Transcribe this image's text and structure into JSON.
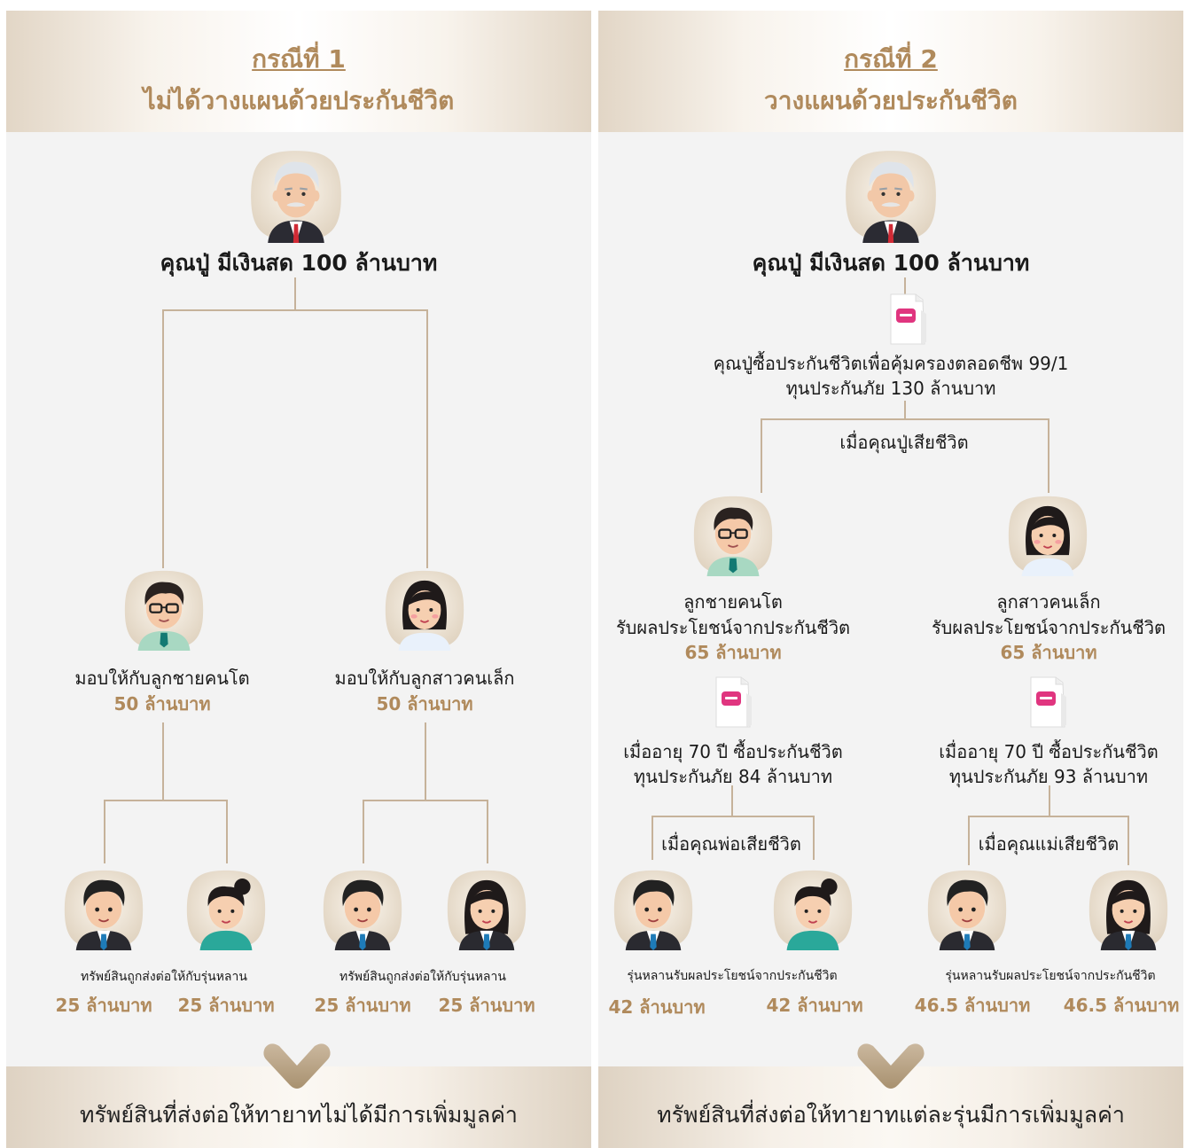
{
  "left": {
    "case_label": "กรณีที่ 1",
    "case_title": "ไม่ได้วางแผนด้วยประกันชีวิต",
    "grandpa_text": "คุณปู่ มีเงินสด 100 ล้านบาท",
    "son_text": "มอบให้กับลูกชายคนโต",
    "son_amount": "50 ล้านบาท",
    "daughter_text": "มอบให้กับลูกสาวคนเล็ก",
    "daughter_amount": "50 ล้านบาท",
    "grandchild_caption_1": "ทรัพย์สินถูกส่งต่อให้กับรุ่นหลาน",
    "grandchild_caption_2": "ทรัพย์สินถูกส่งต่อให้กับรุ่นหลาน",
    "grandchild_amounts": [
      "25 ล้านบาท",
      "25 ล้านบาท",
      "25 ล้านบาท",
      "25 ล้านบาท"
    ],
    "footer": "ทรัพย์สินที่ส่งต่อให้ทายาทไม่ได้มีการเพิ่มมูลค่า"
  },
  "right": {
    "case_label": "กรณีที่ 2",
    "case_title": "วางแผนด้วยประกันชีวิต",
    "grandpa_text": "คุณปู่ มีเงินสด 100 ล้านบาท",
    "grandpa_policy_line1": "คุณปู่ซื้อประกันชีวิตเพื่อคุ้มครองตลอดชีพ 99/1",
    "grandpa_policy_line2": "ทุนประกันภัย 130 ล้านบาท",
    "grandpa_death": "เมื่อคุณปู่เสียชีวิต",
    "son_title": "ลูกชายคนโต",
    "son_benefit": "รับผลประโยชน์จากประกันชีวิต",
    "son_amount": "65 ล้านบาท",
    "son_policy_line1": "เมื่ออายุ 70 ปี ซื้อประกันชีวิต",
    "son_policy_line2": "ทุนประกันภัย 84 ล้านบาท",
    "father_death": "เมื่อคุณพ่อเสียชีวิต",
    "daughter_title": "ลูกสาวคนเล็ก",
    "daughter_benefit": "รับผลประโยชน์จากประกันชีวิต",
    "daughter_amount": "65 ล้านบาท",
    "daughter_policy_line1": "เมื่ออายุ 70 ปี ซื้อประกันชีวิต",
    "daughter_policy_line2": "ทุนประกันภัย 93 ล้านบาท",
    "mother_death": "เมื่อคุณแม่เสียชีวิต",
    "grandchild_caption_1": "รุ่นหลานรับผลประโยชน์จากประกันชีวิต",
    "grandchild_caption_2": "รุ่นหลานรับผลประโยชน์จากประกันชีวิต",
    "grandchild_amounts": [
      "42 ล้านบาท",
      "42 ล้านบาท",
      "46.5 ล้านบาท",
      "46.5 ล้านบาท"
    ],
    "footer": "ทรัพย์สินที่ส่งต่อให้ทายาทแต่ละรุ่นมีการเพิ่มมูลค่า"
  },
  "colors": {
    "gold": "#b08a5c",
    "line": "#c6b29a",
    "panel": "#f3f3f3"
  },
  "icons": [
    "grandfather-avatar",
    "son-avatar",
    "daughter-avatar",
    "grandson-avatar",
    "granddaughter-avatar",
    "insurance-document-icon",
    "chevron-down-icon"
  ]
}
